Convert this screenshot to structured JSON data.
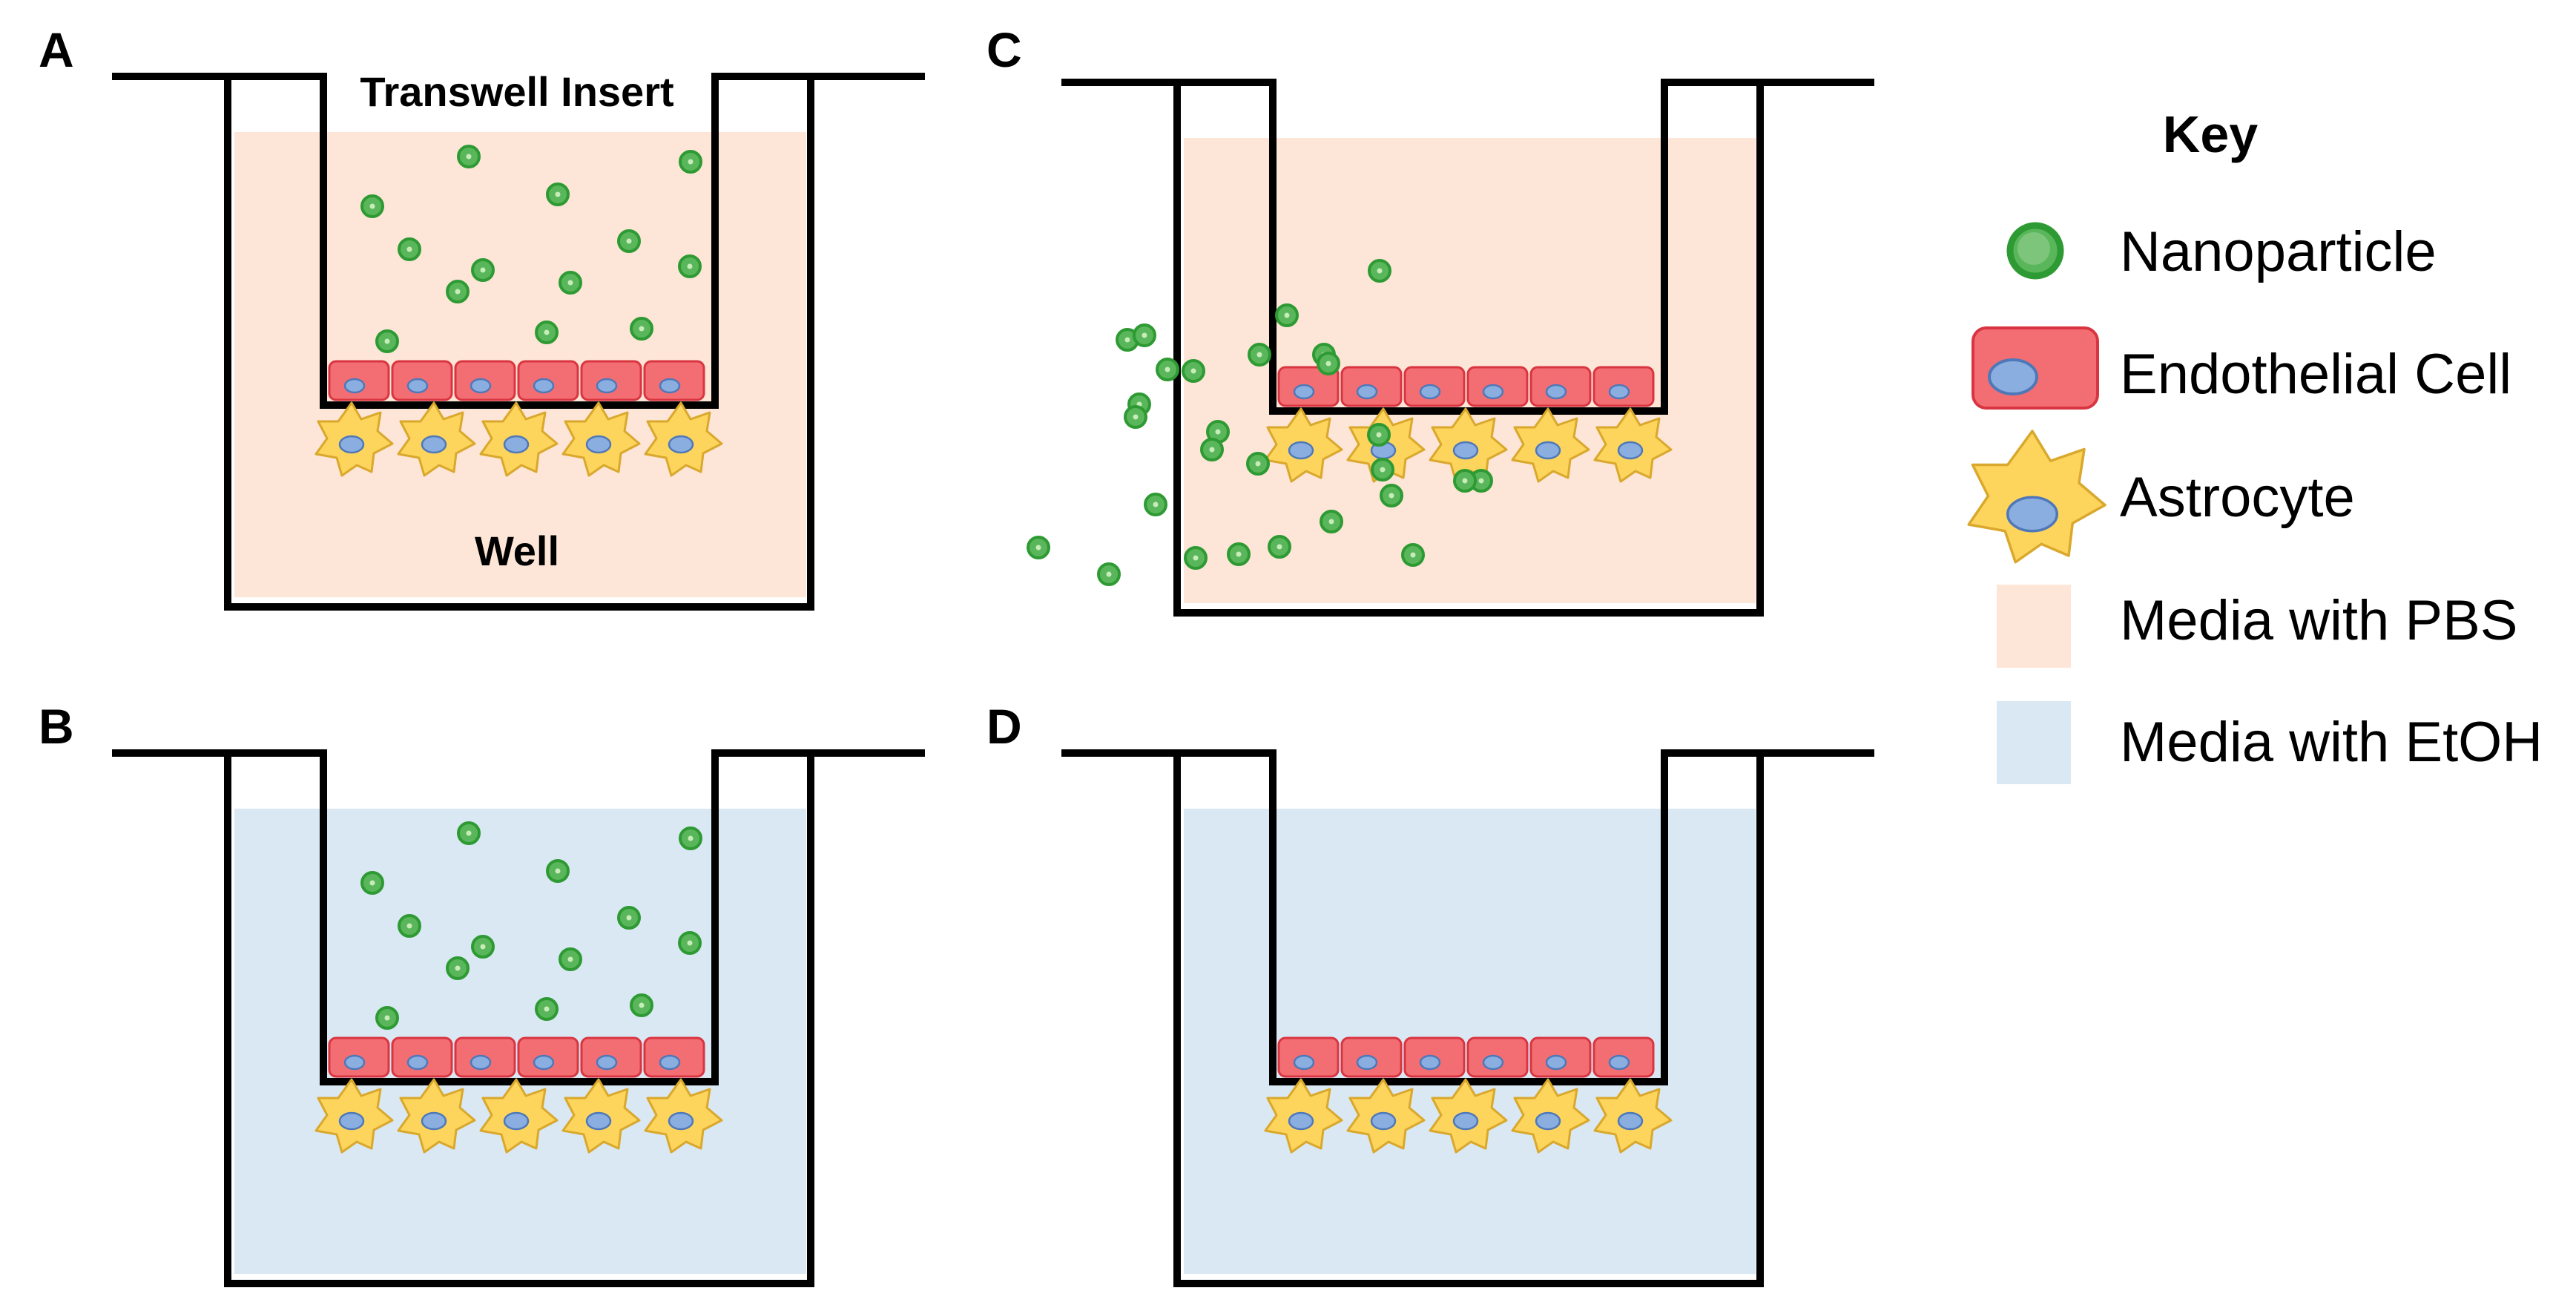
{
  "panels": [
    {
      "letter": "A",
      "media": "pbs",
      "stage": "before"
    },
    {
      "letter": "B",
      "media": "etoh",
      "stage": "before"
    },
    {
      "letter": "C",
      "media": "pbs",
      "stage": "after"
    },
    {
      "letter": "D",
      "media": "etoh",
      "stage": "after"
    }
  ],
  "labels": {
    "transwell_insert": "Transwell Insert",
    "well": "Well"
  },
  "key": {
    "title": "Key",
    "items": [
      {
        "symbol": "nanoparticle",
        "label": "Nanoparticle"
      },
      {
        "symbol": "endothelial-cell",
        "label": "Endothelial Cell"
      },
      {
        "symbol": "astrocyte",
        "label": "Astrocyte"
      },
      {
        "symbol": "media-pbs",
        "label": "Media with PBS"
      },
      {
        "symbol": "media-etoh",
        "label": "Media with EtOH"
      }
    ]
  },
  "colors": {
    "media_pbs": "#fde5d7",
    "media_etoh": "#d9e8f3",
    "nanoparticle_fill": "#5ab65a",
    "nanoparticle_outline": "#2e9a33",
    "endothelial_fill": "#f36e73",
    "endothelial_outline": "#d93540",
    "astrocyte_fill": "#fdd55d",
    "astrocyte_outline": "#d9a82c",
    "nucleus_fill": "#8aaee0",
    "nucleus_outline": "#4f78b8",
    "outline": "#000000"
  }
}
